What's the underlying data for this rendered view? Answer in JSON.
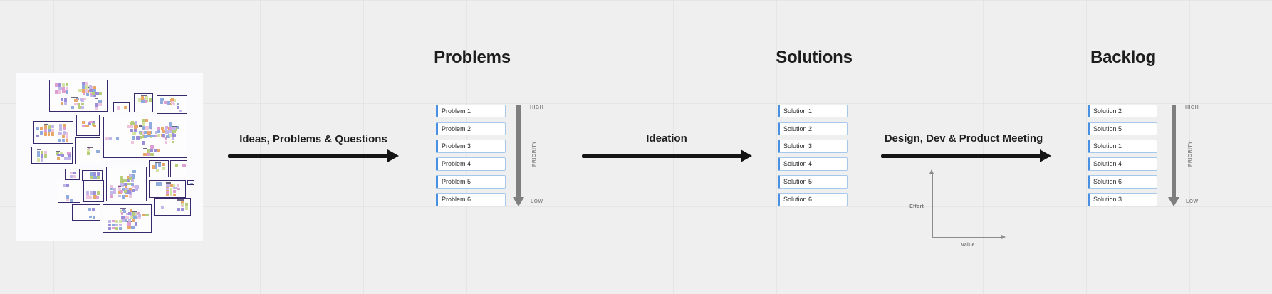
{
  "canvas": {
    "frames": [
      [
        47,
        9,
        82,
        45
      ],
      [
        137,
        40,
        23,
        15
      ],
      [
        166,
        28,
        27,
        27
      ],
      [
        198,
        31,
        43,
        26
      ],
      [
        25,
        67,
        56,
        32
      ],
      [
        85,
        58,
        33,
        30
      ],
      [
        123,
        61,
        118,
        58
      ],
      [
        22,
        103,
        58,
        24
      ],
      [
        84,
        90,
        35,
        38
      ],
      [
        69,
        134,
        21,
        16
      ],
      [
        93,
        136,
        29,
        15
      ],
      [
        127,
        131,
        57,
        49
      ],
      [
        187,
        122,
        28,
        24
      ],
      [
        217,
        122,
        24,
        24
      ],
      [
        59,
        152,
        32,
        30
      ],
      [
        95,
        150,
        29,
        31
      ],
      [
        187,
        150,
        52,
        25
      ],
      [
        241,
        150,
        10,
        7
      ],
      [
        79,
        184,
        40,
        23
      ],
      [
        122,
        184,
        69,
        40
      ],
      [
        194,
        175,
        52,
        25
      ]
    ],
    "note_colors": [
      "#e8a668",
      "#df9ed1",
      "#9b8ed8",
      "#c3b7ea",
      "#8fabde",
      "#b5cc7a",
      "#d4e2a4",
      "#eec3de"
    ],
    "frame_border": "#37296b"
  },
  "stages": [
    {
      "title": "Problems",
      "items": [
        "Problem 1",
        "Problem 2",
        "Problem 3",
        "Problem 4",
        "Problem 5",
        "Problem 6"
      ]
    },
    {
      "title": "Solutions",
      "items": [
        "Solution 1",
        "Solution 2",
        "Solution 3",
        "Solution 4",
        "Solution 5",
        "Solution 6"
      ]
    },
    {
      "title": "Backlog",
      "items": [
        "Solution 2",
        "Solution 5",
        "Solution 1",
        "Solution 4",
        "Solution 6",
        "Solution 3"
      ]
    }
  ],
  "arrows": [
    {
      "label": "Ideas, Problems & Questions"
    },
    {
      "label": "Ideation"
    },
    {
      "label": "Design, Dev & Product Meeting"
    }
  ],
  "priority": {
    "high": "HIGH",
    "low": "LOW",
    "axis": "PRIORITY"
  },
  "effort_value": {
    "y_label": "Effort",
    "x_label": "Value"
  },
  "colors": {
    "card_accent": "#4a90e2",
    "card_border": "#a6c8ec",
    "flow_arrow": "#141414",
    "priority_gray": "#7f7f7f",
    "title_text": "#1d1d1d",
    "board_bg": "#efefef",
    "grid_line": "#e5e5e5"
  }
}
